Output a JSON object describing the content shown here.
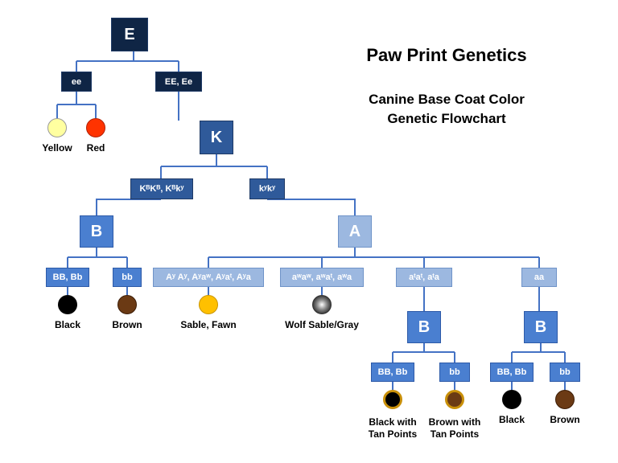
{
  "title": "Paw Print Genetics",
  "subtitle_line1": "Canine  Base Coat Color",
  "subtitle_line2": "Genetic Flowchart",
  "nodes": {
    "E": "E",
    "ee": "ee",
    "EE_Ee": "EE, Ee",
    "K": "K",
    "KB": "KᴮKᴮ, Kᴮkʸ",
    "kyky": "kʸkʸ",
    "B1": "B",
    "A": "A",
    "BB_Bb_1": "BB, Bb",
    "bb_1": "bb",
    "Ay": "Aʸ Aʸ, Aʸaʷ, Aʸaᵗ, Aʸa",
    "aw": "aʷaʷ, aʷaᵗ, aʷa",
    "at": "aᵗaᵗ, aᵗa",
    "aa": "aa",
    "B2": "B",
    "B3": "B",
    "BB_Bb_2": "BB, Bb",
    "bb_2": "bb",
    "BB_Bb_3": "BB, Bb",
    "bb_3": "bb"
  },
  "labels": {
    "yellow": "Yellow",
    "red": "Red",
    "black": "Black",
    "brown": "Brown",
    "sable": "Sable, Fawn",
    "wolf": "Wolf Sable/Gray",
    "black_tan_1": "Black with",
    "black_tan_2": "Tan Points",
    "brown_tan_1": "Brown with",
    "brown_tan_2": "Tan Points",
    "black_2": "Black",
    "brown_2": "Brown"
  },
  "colors": {
    "yellow": "#ffffa0",
    "red": "#ff3300",
    "black": "#000000",
    "brown": "#6b3a14",
    "sable": "#ffc000",
    "tan": "#c9900a",
    "line": "#4472c4"
  }
}
